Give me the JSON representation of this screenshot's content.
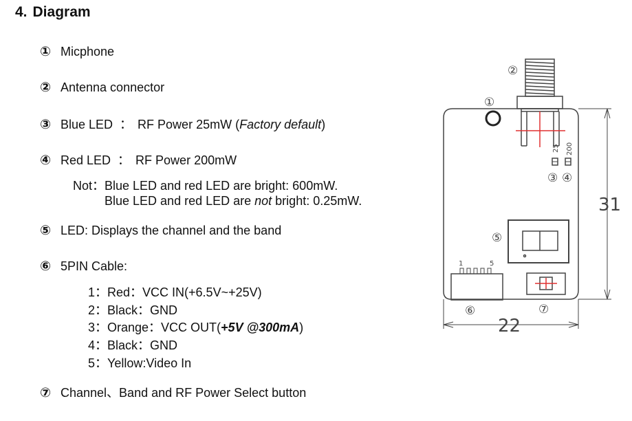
{
  "heading": {
    "number": "4.",
    "title": "Diagram"
  },
  "items": [
    {
      "marker": "①",
      "text": "Micphone"
    },
    {
      "marker": "②",
      "text": "Antenna connector"
    },
    {
      "marker": "③",
      "label": "Blue LED",
      "colon": "：",
      "value": "RF Power 25mW (",
      "emph": "Factory default",
      "after": ")"
    },
    {
      "marker": "④",
      "label": "Red LED",
      "colon": "：",
      "value": "RF Power 200mW"
    },
    {
      "marker": "⑤",
      "text": "LED: Displays the channel and the band"
    },
    {
      "marker": "⑥",
      "text": "5PIN Cable:"
    },
    {
      "marker": "⑦",
      "text": "Channel、Band and RF Power Select button"
    }
  ],
  "note": {
    "prefix": "Not：",
    "line1": "Blue LED and red LED are bright: 600mW.",
    "line2_before": "Blue LED and red LED are ",
    "line2_emph": "not",
    "line2_after": " bright: 0.25mW."
  },
  "pins": [
    {
      "text": "1：Red：VCC IN(+6.5V~+25V)"
    },
    {
      "text": "2：Black：GND"
    },
    {
      "before": "3：Orange：VCC OUT(",
      "emph": "+5V @300mA",
      "after": ")"
    },
    {
      "text": "4：Black：GND"
    },
    {
      "text": "5：Yellow:Video In"
    }
  ],
  "diagram": {
    "callouts": [
      "①",
      "②",
      "③",
      "④",
      "⑤",
      "⑥",
      "⑦"
    ],
    "led_labels": [
      "25",
      "200"
    ],
    "pin_labels": [
      "1",
      "5"
    ],
    "dim_height": "31",
    "dim_width": "22"
  }
}
